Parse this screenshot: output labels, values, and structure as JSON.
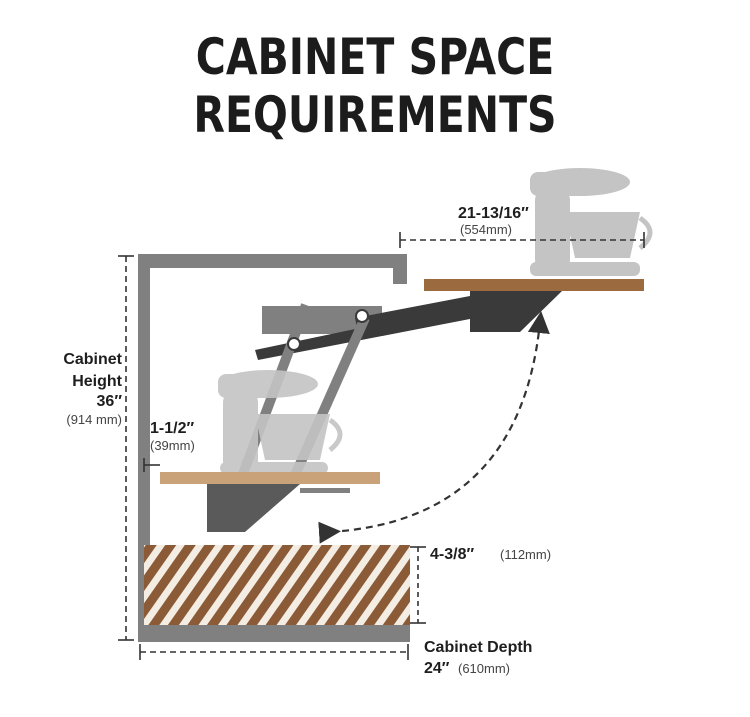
{
  "title": "CABINET SPACE REQUIREMENTS",
  "dimensions": {
    "top_width": {
      "main": "21-13/16″",
      "metric": "(554mm)"
    },
    "gap": {
      "main": "1-1/2″",
      "metric": "(39mm)"
    },
    "height": {
      "line1": "Cabinet",
      "line2": "Height",
      "line3": "36″",
      "metric": "(914 mm)"
    },
    "bottom_space": {
      "main": "4-3/8″",
      "metric": "(112mm)"
    },
    "depth": {
      "line1": "Cabinet Depth",
      "line2": "24″",
      "metric": "(610mm)"
    }
  },
  "colors": {
    "cabinet": "#808080",
    "mechanism": "#3a3a3a",
    "shelf_wood": "#9c6a3f",
    "mixer": "#c4c4c4",
    "hatch_wood": "#8b5a36",
    "dashed": "#333333"
  }
}
